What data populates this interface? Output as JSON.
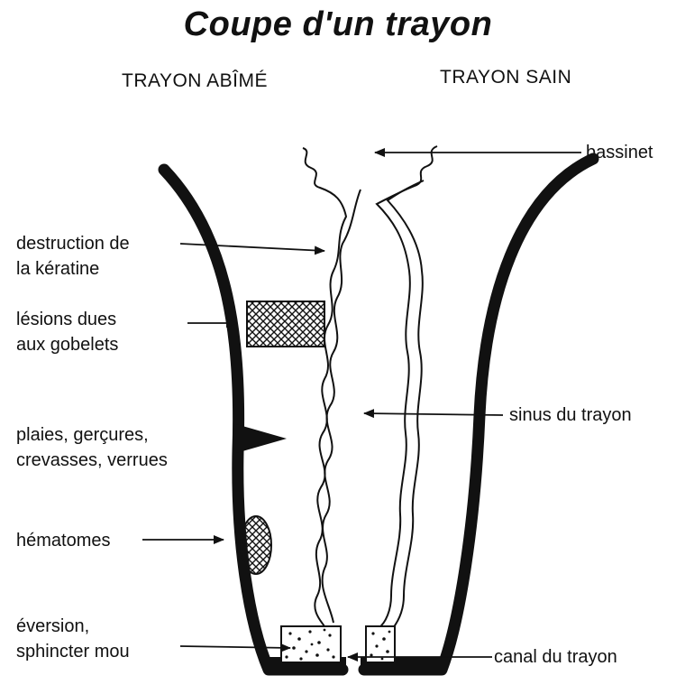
{
  "title": "Coupe d'un trayon",
  "left_heading": "TRAYON ABÎMÉ",
  "right_heading": "TRAYON SAIN",
  "labels": {
    "bassinet": "bassinet",
    "destruction_1": "destruction de",
    "destruction_2": "la kératine",
    "lesions_1": "lésions dues",
    "lesions_2": "aux gobelets",
    "plaies_1": "plaies, gerçures,",
    "plaies_2": "crevasses, verrues",
    "hematomes": "hématomes",
    "sinus": "sinus du trayon",
    "eversion_1": "éversion,",
    "eversion_2": "sphincter mou",
    "canal": "canal du trayon"
  },
  "colors": {
    "ink": "#111111",
    "background": "#ffffff"
  }
}
